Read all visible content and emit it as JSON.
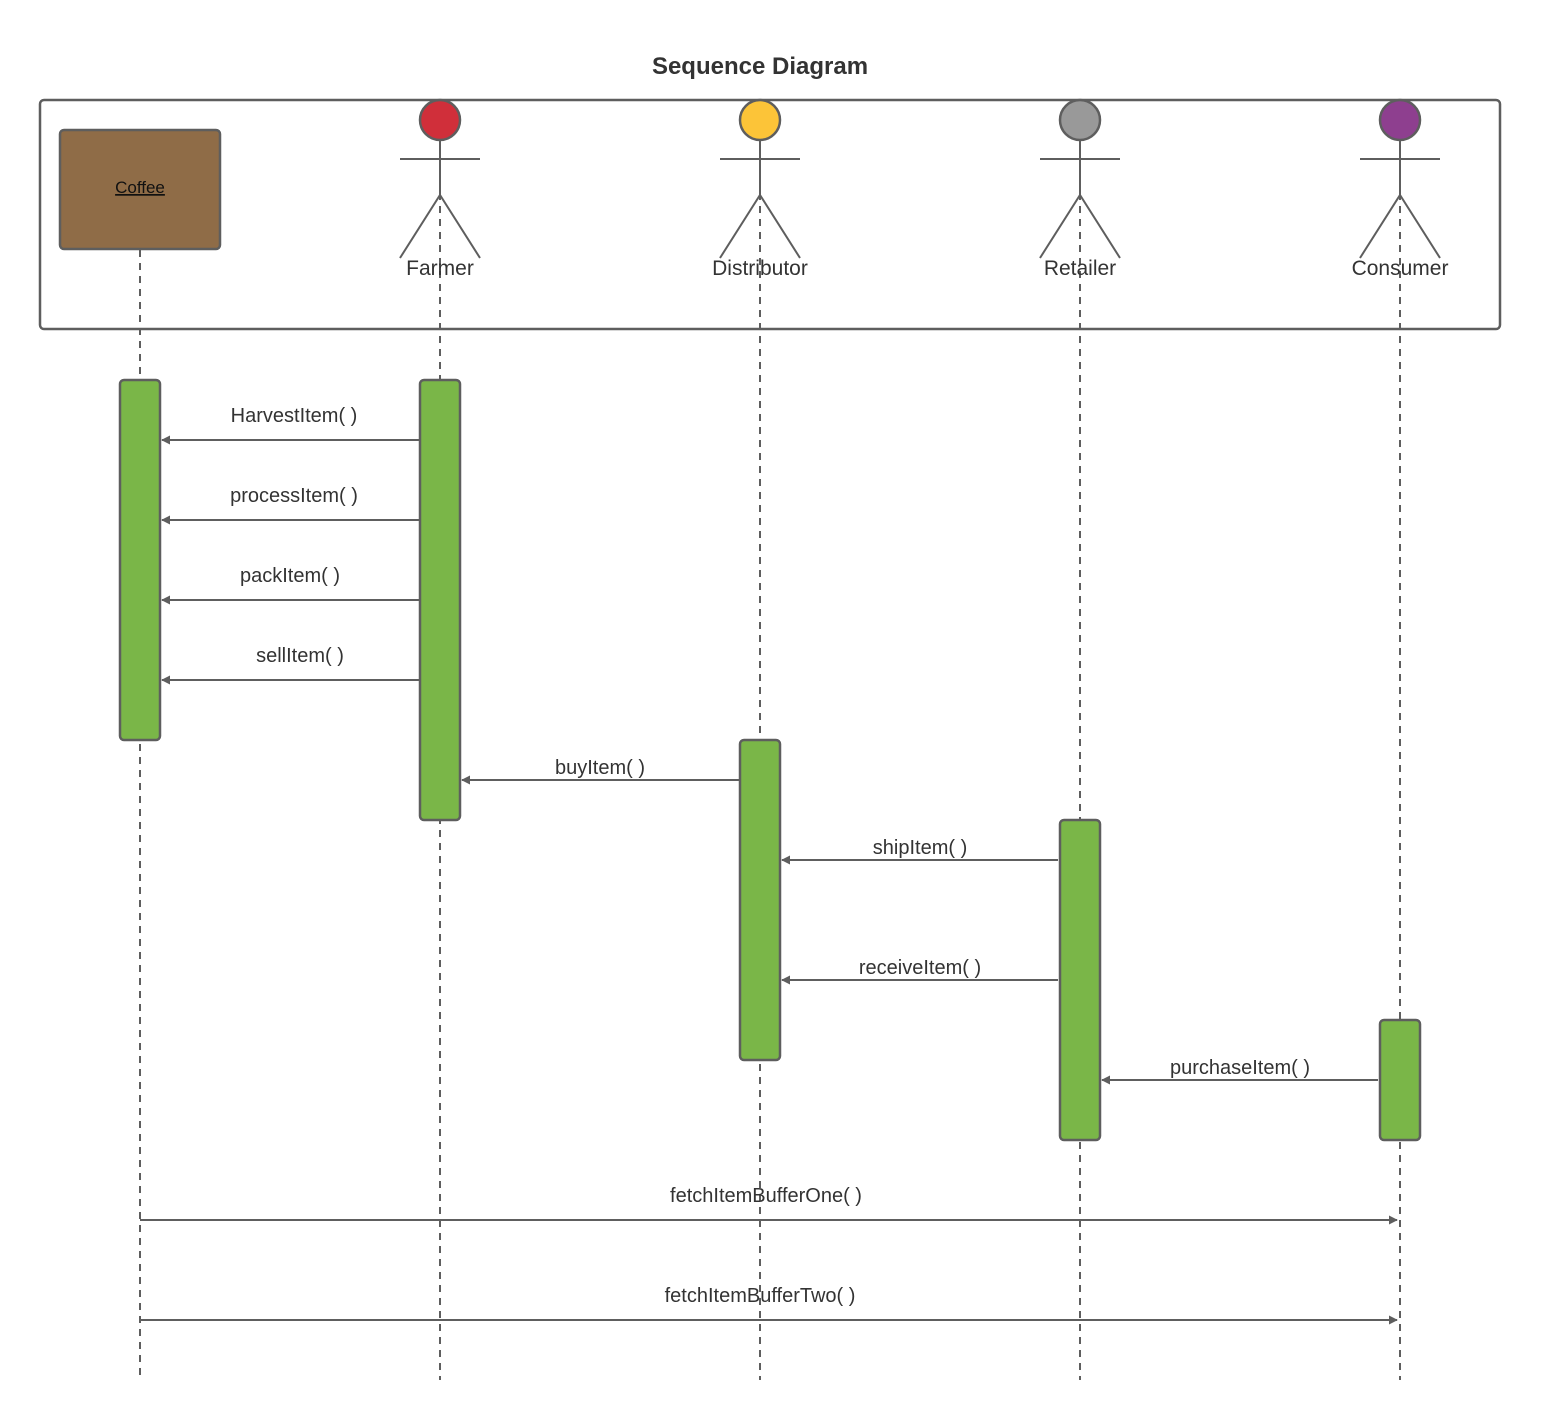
{
  "title": "Sequence Diagram",
  "object": {
    "label": "Coffee",
    "fill": "#8f6c47"
  },
  "actors": [
    {
      "name": "Farmer",
      "color": "#d02f3a"
    },
    {
      "name": "Distributor",
      "color": "#fcc438"
    },
    {
      "name": "Retailer",
      "color": "#999999"
    },
    {
      "name": "Consumer",
      "color": "#8e3f8f"
    }
  ],
  "messages": [
    {
      "label": "HarvestItem( )",
      "from": "Farmer",
      "to": "Coffee"
    },
    {
      "label": "processItem( )",
      "from": "Farmer",
      "to": "Coffee"
    },
    {
      "label": "packItem( )",
      "from": "Farmer",
      "to": "Coffee"
    },
    {
      "label": "sellItem( )",
      "from": "Farmer",
      "to": "Coffee"
    },
    {
      "label": "buyItem( )",
      "from": "Distributor",
      "to": "Farmer"
    },
    {
      "label": "shipItem( )",
      "from": "Retailer",
      "to": "Distributor"
    },
    {
      "label": "receiveItem( )",
      "from": "Retailer",
      "to": "Distributor"
    },
    {
      "label": "purchaseItem( )",
      "from": "Consumer",
      "to": "Retailer"
    },
    {
      "label": "fetchItemBufferOne( )",
      "from": "Coffee",
      "to": "Consumer"
    },
    {
      "label": "fetchItemBufferTwo( )",
      "from": "Coffee",
      "to": "Consumer"
    }
  ],
  "colors": {
    "activation": "#7ab648",
    "line": "#5e5e5e"
  }
}
